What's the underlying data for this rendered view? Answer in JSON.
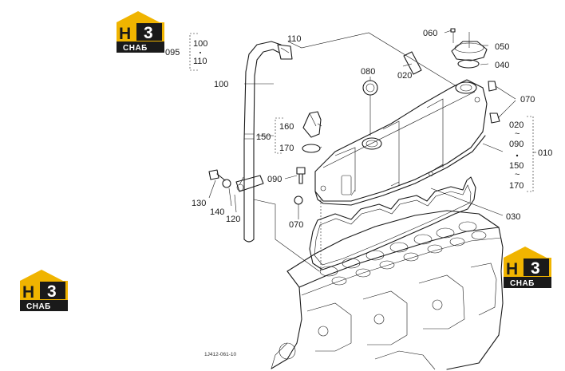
{
  "logo": {
    "letter": "H",
    "digit": "3",
    "caption": "СНАБ",
    "color_dark": "#1a1a1a",
    "color_accent": "#f0b400"
  },
  "labels": {
    "l060": "060",
    "l050": "050",
    "l040": "040",
    "l070a": "070",
    "l110": "110",
    "l100": "100",
    "l080": "080",
    "l020": "020",
    "l160": "160",
    "l150": "150",
    "l170": "170",
    "l090": "090",
    "l130": "130",
    "l140": "140",
    "l120": "120",
    "l070b": "070",
    "l030": "030"
  },
  "group_095": {
    "key": "095",
    "from": "100",
    "to": "110"
  },
  "group_010": {
    "key": "010",
    "range1_from": "020",
    "range1_to": "090",
    "range2_from": "150",
    "range2_to": "170"
  },
  "drawing_code": "1J412-061-10"
}
